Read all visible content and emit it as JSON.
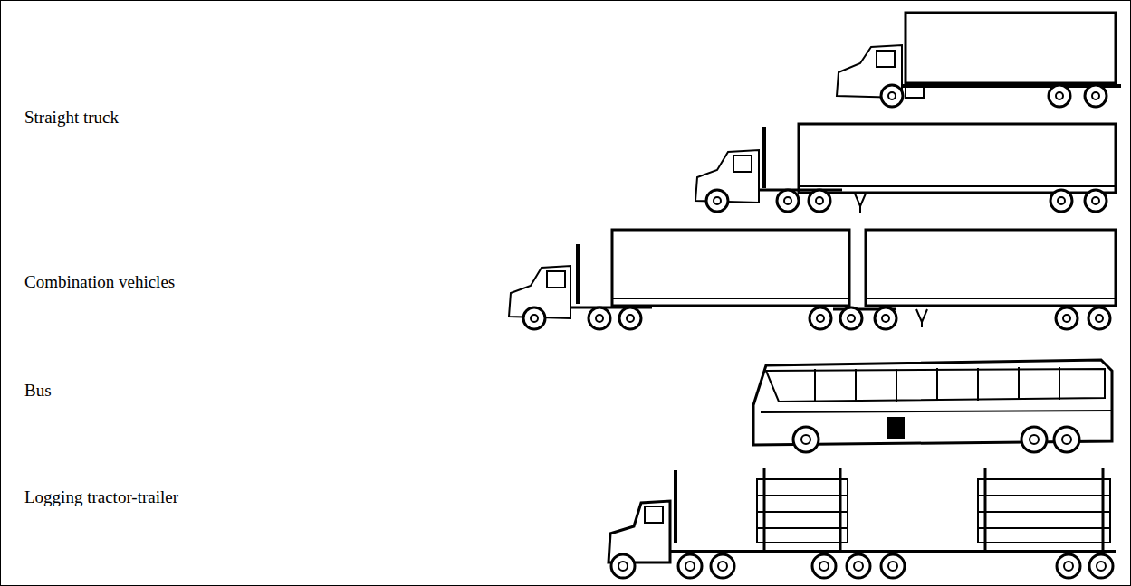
{
  "diagram": {
    "labels": [
      "Straight truck",
      "Combination vehicles",
      "Bus",
      "Logging tractor-trailer"
    ]
  }
}
